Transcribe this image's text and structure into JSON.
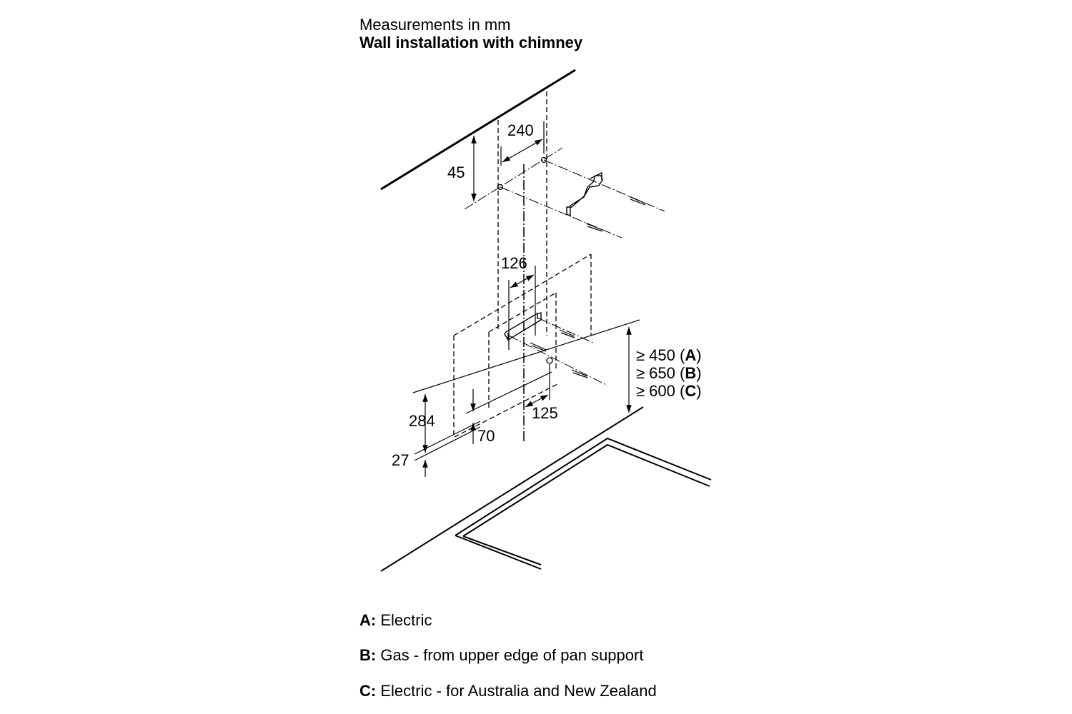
{
  "header": {
    "subtitle": "Measurements in mm",
    "title": "Wall installation with chimney"
  },
  "dimensions": {
    "d240": "240",
    "d45": "45",
    "d126": "126",
    "d125": "125",
    "d284": "284",
    "d70": "70",
    "d27": "27",
    "minA_prefix": "≥ 450 (",
    "minA_key": "A",
    "minB_prefix": "≥ 650 (",
    "minB_key": "B",
    "minC_prefix": "≥ 600 (",
    "minC_key": "C",
    "close": ")"
  },
  "legend": [
    {
      "key": "A:",
      "text": "Electric"
    },
    {
      "key": "B:",
      "text": "Gas - from upper edge of pan support"
    },
    {
      "key": "C:",
      "text": "Electric - for Australia and New Zealand"
    }
  ]
}
